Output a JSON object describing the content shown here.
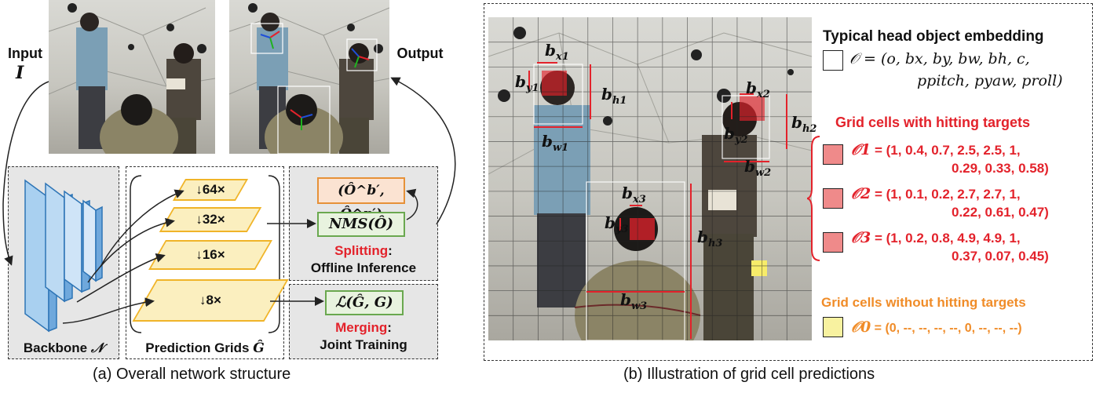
{
  "left": {
    "input_label": "Input",
    "input_symbol": "I",
    "output_label": "Output",
    "backbone_label": "Backbone",
    "backbone_symbol": "𝒩",
    "grids_label": "Prediction Grids",
    "grids_symbol": "Ĝ",
    "grids": [
      "↓64×",
      "↓32×",
      "↓16×",
      "↓8×"
    ],
    "output_box": "(Ô^b′, Ô^p′)",
    "nms_box": "NMS(Ô)",
    "splitting": "Splitting",
    "offline": "Offline Inference",
    "loss_box": "ℒ(Ĝ, G)",
    "merging": "Merging",
    "joint": "Joint Training",
    "caption": "(a) Overall network structure"
  },
  "right": {
    "typical_title": "Typical head object embedding",
    "typical_formula_1": "𝒪 = (o, bx, by, bw, bh, c,",
    "typical_formula_2": "ppitch, pyaw, proll)",
    "hit_title": "Grid cells with hitting targets",
    "hit_items": [
      {
        "symbol": "𝒪1",
        "line1": "= (1, 0.4, 0.7, 2.5, 2.5, 1,",
        "line2": "0.29, 0.33, 0.58)"
      },
      {
        "symbol": "𝒪2",
        "line1": "= (1, 0.1, 0.2, 2.7, 2.7, 1,",
        "line2": "0.22, 0.61, 0.47)"
      },
      {
        "symbol": "𝒪3",
        "line1": "= (1, 0.2, 0.8, 4.9, 4.9, 1,",
        "line2": "0.37, 0.07, 0.45)"
      }
    ],
    "nohit_title": "Grid cells without hitting targets",
    "nohit_item": {
      "symbol": "𝒪0",
      "line": "= (0, --, --, --, --, 0, --, --, --)"
    },
    "box_labels": [
      "bx1",
      "by1",
      "bh1",
      "bw1",
      "bx2",
      "by2",
      "bh2",
      "bw2",
      "bx3",
      "by3",
      "bh3",
      "bw3"
    ],
    "caption": "(b) Illustration of grid cell predictions"
  },
  "colors": {
    "red": "#e3222b",
    "orange": "#f08c28",
    "yellow_fill": "#fbefbf",
    "green_fill": "#e8f3df"
  }
}
